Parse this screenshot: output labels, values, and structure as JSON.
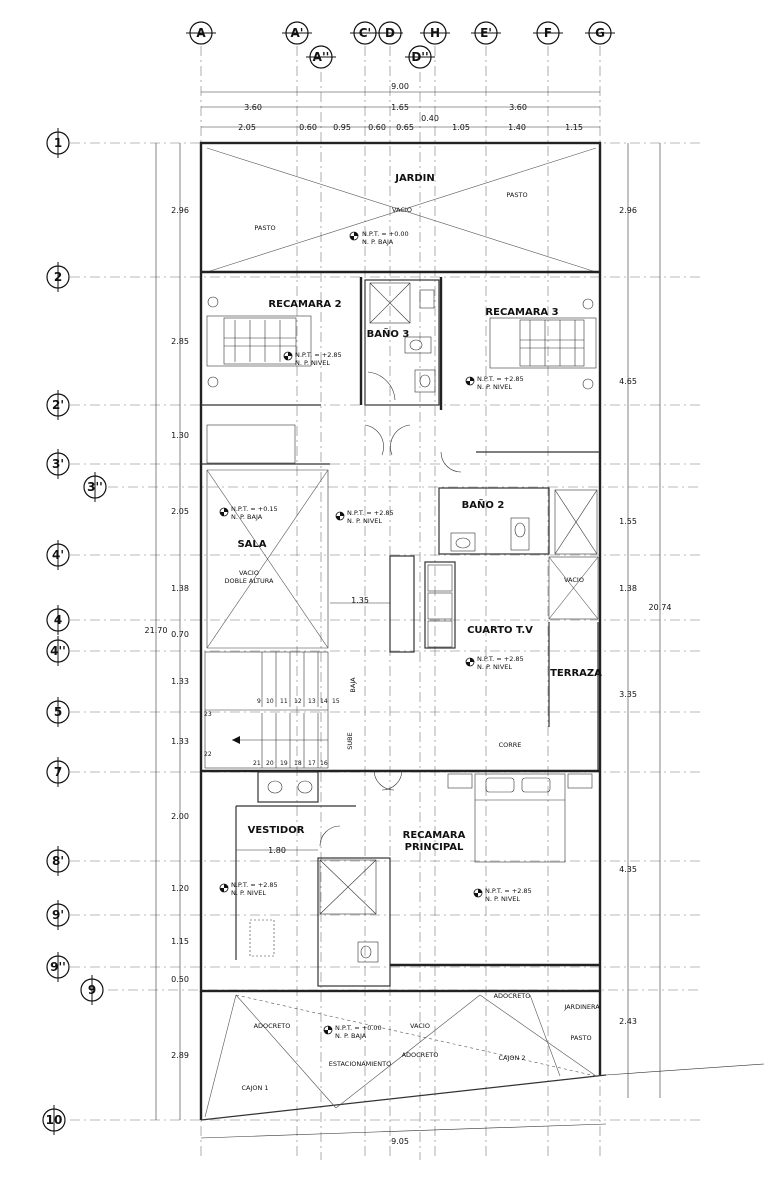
{
  "axes_top": [
    "A",
    "A'",
    "A''",
    "C'",
    "D",
    "H",
    "D''",
    "E'",
    "F",
    "G"
  ],
  "axes_left": [
    "1",
    "2",
    "2'",
    "3'",
    "3''",
    "4'",
    "4",
    "4''",
    "5",
    "7",
    "8'",
    "9'",
    "9''",
    "9",
    "10"
  ],
  "dims_top_total": "9.00",
  "dims_top_mid": [
    "3.60",
    "1.65",
    "3.60"
  ],
  "dims_top_fine": [
    "2.05",
    "0.60",
    "0.95",
    "0.60",
    "0.65",
    "0.40",
    "1.05",
    "1.40",
    "1.15"
  ],
  "dims_left": [
    "2.96",
    "2.85",
    "1.30",
    "2.05",
    "1.38",
    "0.70",
    "1.33",
    "1.33",
    "2.00",
    "1.20",
    "1.15",
    "0.50",
    "2.89"
  ],
  "dims_left_total": "21.70",
  "dims_right": [
    "2.96",
    "4.65",
    "1.55",
    "1.38",
    "3.35",
    "4.35",
    "2.43"
  ],
  "dims_right_total": "20.74",
  "dim_bottom": "9.05",
  "dim_135": "1.35",
  "dim_180": "1.80",
  "rooms": {
    "jardin": "JARDIN",
    "recamara2": "RECAMARA 2",
    "bano3": "BAÑO 3",
    "recamara3": "RECAMARA 3",
    "bano2": "BAÑO 2",
    "sala": "SALA",
    "vacio_doble_1": "VACIO",
    "vacio_doble_2": "DOBLE ALTURA",
    "cuarto_tv": "CUARTO T.V",
    "terraza": "TERRAZA",
    "vacio": "VACIO",
    "vestidor": "VESTIDOR",
    "recamara_principal_1": "RECAMARA",
    "recamara_principal_2": "PRINCIPAL",
    "estacionamiento": "ESTACIONAMIENTO",
    "cajon1": "CAJON 1",
    "cajon2": "CAJON 2",
    "jardinera": "JARDINERA"
  },
  "surface": {
    "pasto": "PASTO",
    "adocreto": "ADOCRETO",
    "vacio": "VACIO"
  },
  "levels": {
    "npt_000": "N.P.T.   = +0.00",
    "npt_285": "N.P.T.   = +2.85",
    "npt_015": "N.P.T.   = +0.15",
    "np_baja": "N. P. BAJA",
    "np_nivel": "N. P. NIVEL"
  },
  "stairs": {
    "baja": "BAJA",
    "sube": "SUBE",
    "corre": "CORRE",
    "upper_numbers": [
      "9",
      "10",
      "11",
      "12",
      "13",
      "14",
      "15"
    ],
    "lower_numbers": [
      "21",
      "20",
      "19",
      "18",
      "17",
      "16"
    ],
    "n23": "23",
    "n22": "22"
  }
}
